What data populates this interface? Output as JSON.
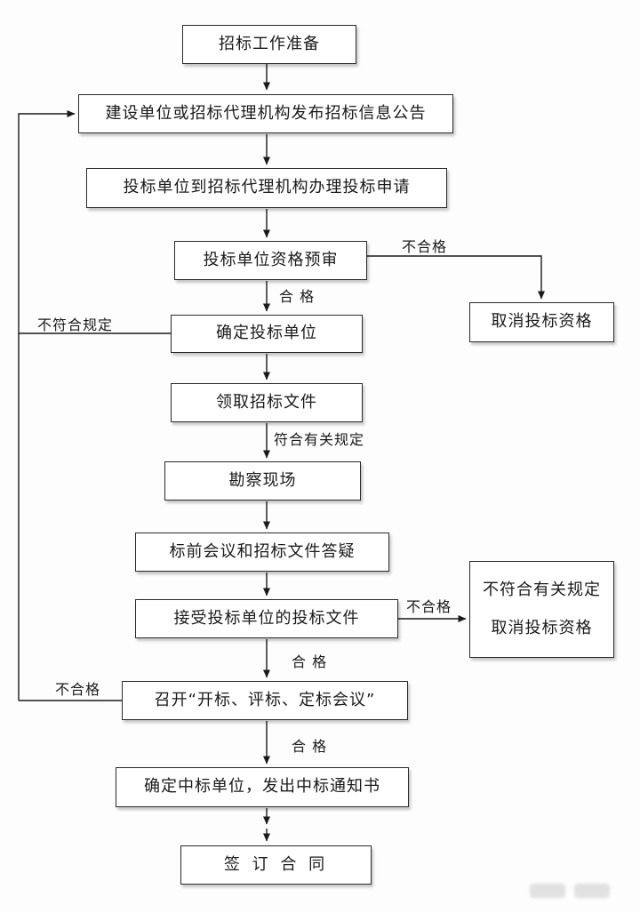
{
  "flowchart": {
    "nodes": {
      "prepare": "招标工作准备",
      "announce": "建设单位或招标代理机构发布招标信息公告",
      "apply": "投标单位到招标代理机构办理投标申请",
      "prequalify": "投标单位资格预审",
      "cancel_qualification": "取消投标资格",
      "determine_bidders": "确定投标单位",
      "receive_documents": "领取招标文件",
      "site_survey": "勘察现场",
      "prebid_meeting": "标前会议和招标文件答疑",
      "accept_bid_documents": "接受投标单位的投标文件",
      "noncompliant_cancel_line1": "不符合有关规定",
      "noncompliant_cancel_line2": "取消投标资格",
      "bid_opening_meeting": "召开“开标、评标、定标会议”",
      "award_notice": "确定中标单位，发出中标通知书",
      "sign_contract": "签 订 合 同"
    },
    "edge_labels": {
      "unqualified_1": "不合格",
      "qualified_1": "合 格",
      "noncompliant_rule": "不符合规定",
      "compliant_rule": "符合有关规定",
      "unqualified_2": "不合格",
      "qualified_2": "合 格",
      "unqualified_3": "不合格",
      "qualified_3": "合 格"
    }
  }
}
